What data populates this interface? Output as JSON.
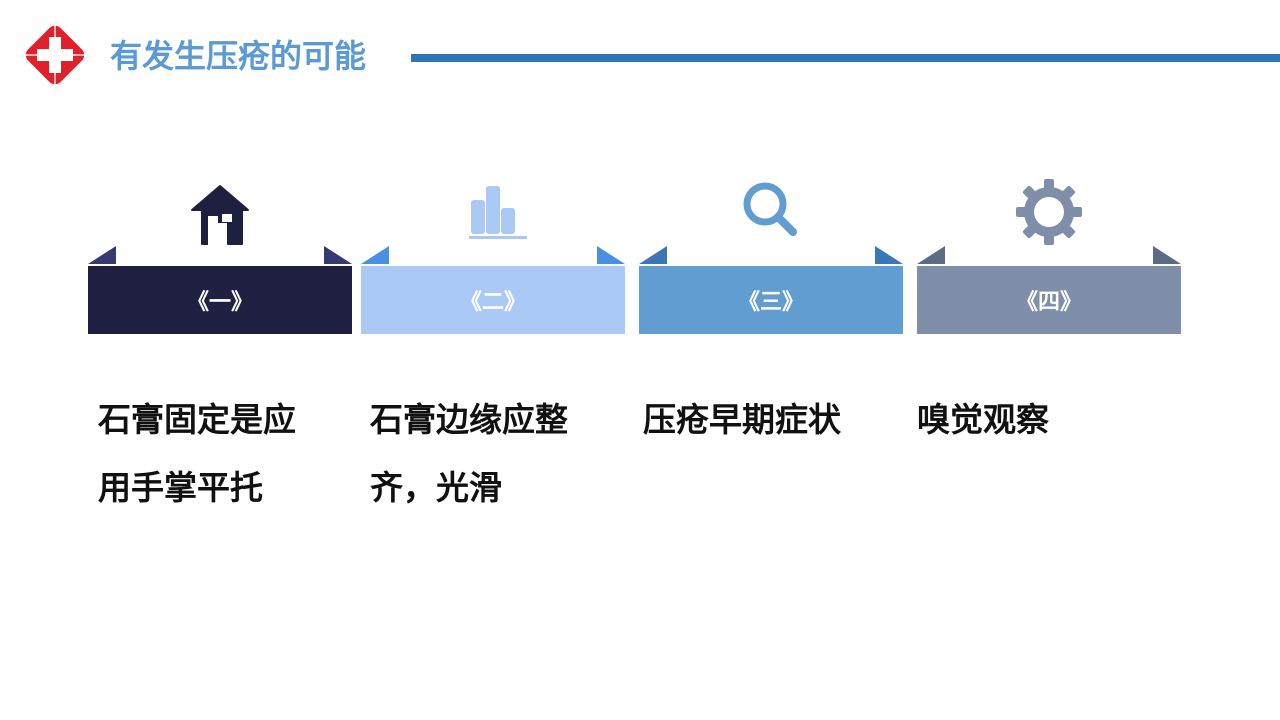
{
  "header": {
    "title": "有发生压疮的可能",
    "logo": "red-cross-icon",
    "accent_color": "#5b9bd5",
    "line_color": "#2e75b6"
  },
  "cards": [
    {
      "label": "《一》",
      "icon": "home-icon",
      "band_color": "#1f2041",
      "triangle_color": "#353a72",
      "icon_color": "#1f2041"
    },
    {
      "label": "《二》",
      "icon": "bar-chart-icon",
      "band_color": "#abc9f5",
      "triangle_color": "#4a90e2",
      "icon_color": "#abc9f5"
    },
    {
      "label": "《三》",
      "icon": "search-icon",
      "band_color": "#619dd1",
      "triangle_color": "#3a78b5",
      "icon_color": "#619dd1"
    },
    {
      "label": "《四》",
      "icon": "gear-icon",
      "band_color": "#7f8fa9",
      "triangle_color": "#5c6c86",
      "icon_color": "#7f8fa9"
    }
  ],
  "descriptions": [
    {
      "lines": [
        "石膏固定是应",
        "用手掌平托"
      ]
    },
    {
      "lines": [
        "石膏边缘应整",
        "齐，光滑"
      ]
    },
    {
      "lines": [
        "压疮早期症状"
      ]
    },
    {
      "lines": [
        "嗅觉观察"
      ]
    }
  ]
}
